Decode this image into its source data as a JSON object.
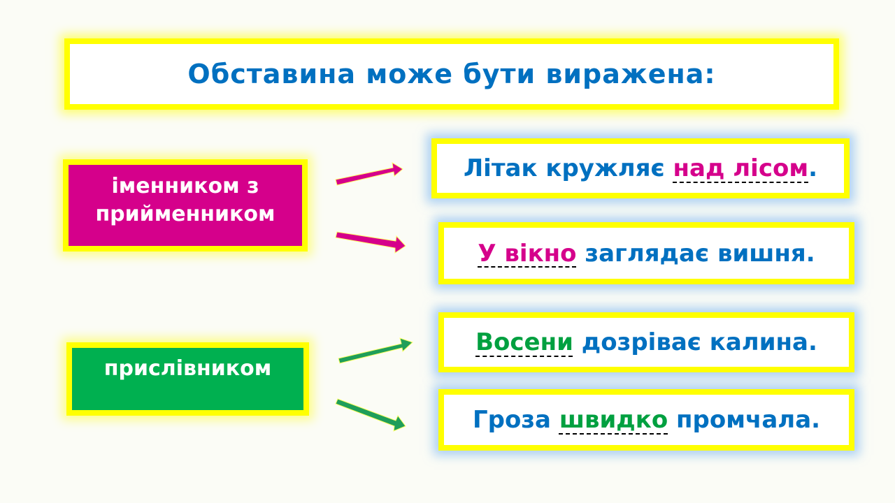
{
  "title": "Обставина  може бути виражена:",
  "categories": [
    {
      "label_line1": "іменником з",
      "label_line2": "прийменником",
      "color": "#d5008b"
    },
    {
      "label": "прислівником",
      "color": "#00b050"
    }
  ],
  "sentences": [
    {
      "before": "Літак кружляє ",
      "highlight": "над лісом",
      "after": "."
    },
    {
      "before": "",
      "highlight": "У вікно",
      "after": " заглядає вишня."
    },
    {
      "before": "",
      "highlight": "Восени",
      "after": " дозріває калина."
    },
    {
      "before": "Гроза ",
      "highlight": "швидко",
      "after": " промчала."
    }
  ],
  "colors": {
    "frame": "#ffff00",
    "text": "#0070c0",
    "noun": "#d5008b",
    "adverb": "#00b050"
  }
}
